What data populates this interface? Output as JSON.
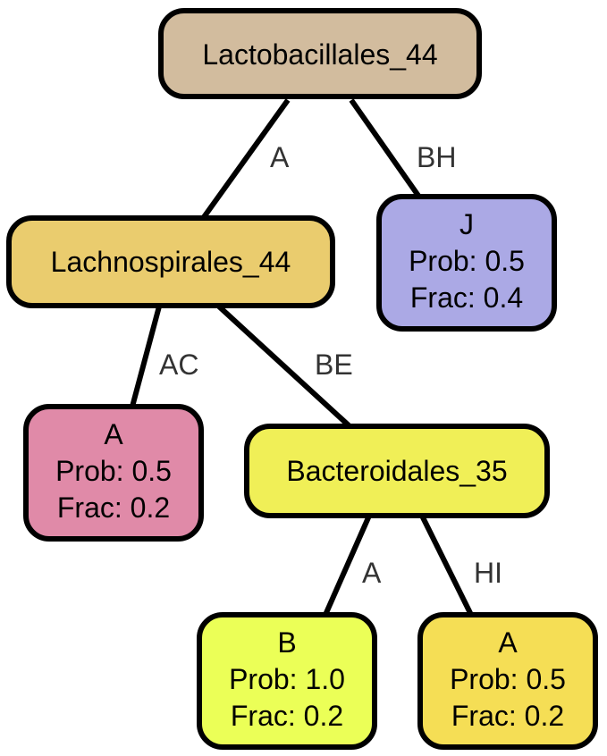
{
  "tree": {
    "nodes": {
      "root": {
        "lines": [
          "Lactobacillales_44"
        ],
        "color": "#d2bc9e"
      },
      "lachno": {
        "lines": [
          "Lachnospirales_44"
        ],
        "color": "#eacc6e"
      },
      "leaf_j": {
        "lines": [
          "J",
          "Prob: 0.5",
          "Frac: 0.4"
        ],
        "color": "#aba9e5"
      },
      "leaf_a1": {
        "lines": [
          "A",
          "Prob: 0.5",
          "Frac: 0.2"
        ],
        "color": "#e08aa8"
      },
      "bactero": {
        "lines": [
          "Bacteroidales_35"
        ],
        "color": "#f0ef57"
      },
      "leaf_b": {
        "lines": [
          "B",
          "Prob: 1.0",
          "Frac: 0.2"
        ],
        "color": "#ebff57"
      },
      "leaf_a2": {
        "lines": [
          "A",
          "Prob: 0.5",
          "Frac: 0.2"
        ],
        "color": "#f5de55"
      }
    },
    "edges": {
      "root_lachno": {
        "label": "A"
      },
      "root_j": {
        "label": "BH"
      },
      "lachno_a1": {
        "label": "AC"
      },
      "lachno_bactero": {
        "label": "BE"
      },
      "bactero_b": {
        "label": "A"
      },
      "bactero_a2": {
        "label": "HI"
      }
    }
  }
}
